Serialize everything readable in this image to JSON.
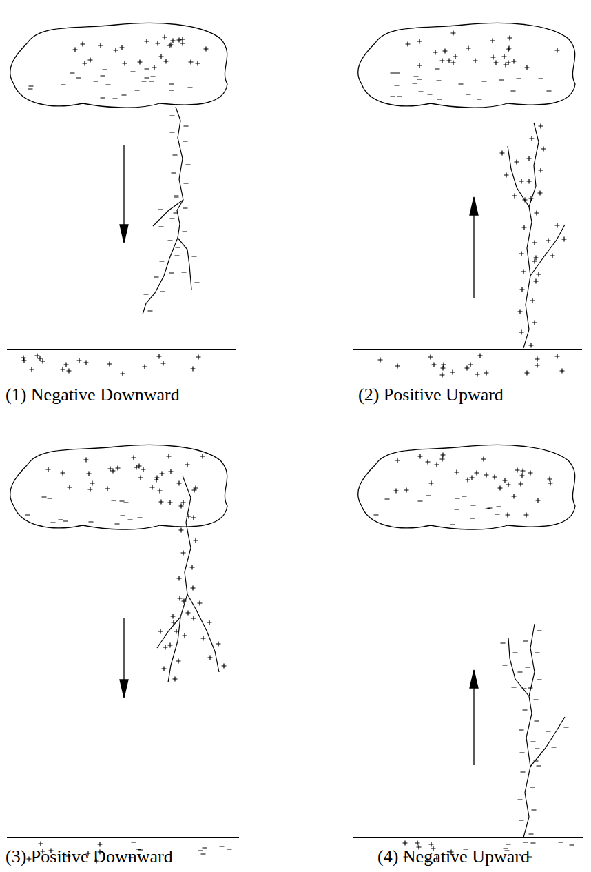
{
  "diagram": {
    "labels": [
      "(1) Negative Downward",
      "(2) Positive Upward",
      "(3) Positive Downward",
      "(4) Negative Upward"
    ]
  }
}
